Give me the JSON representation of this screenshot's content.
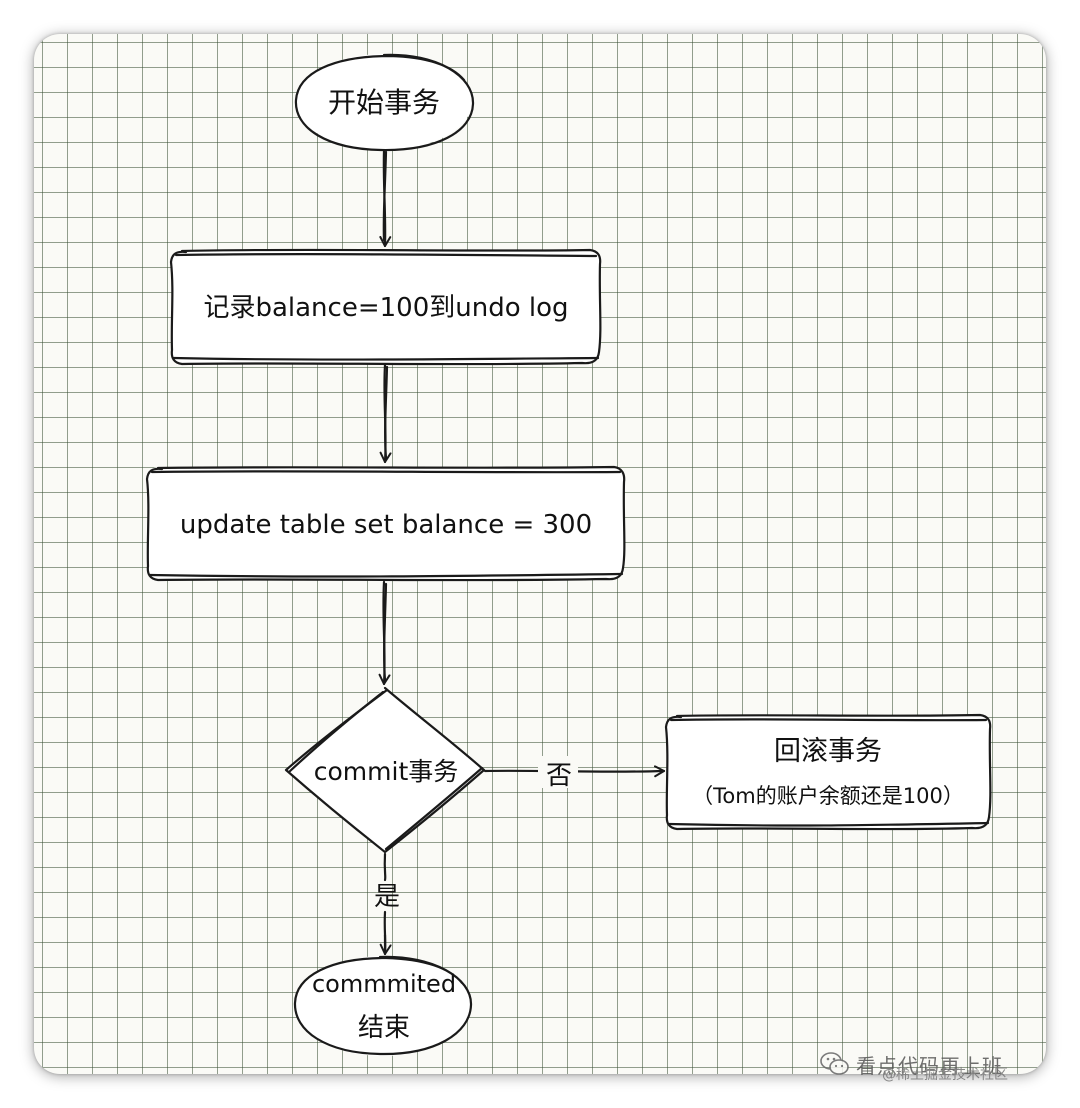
{
  "diagram": {
    "nodes": {
      "start": {
        "label": "开始事务"
      },
      "record_undo": {
        "label": "记录balance=100到undo log"
      },
      "update": {
        "label": "update table set balance = 300"
      },
      "decision": {
        "label": "commit事务"
      },
      "rollback": {
        "title": "回滚事务",
        "note": "（Tom的账户余额还是100）"
      },
      "end": {
        "line1": "commmited",
        "line2": "结束"
      }
    },
    "edges": {
      "no_label": "否",
      "yes_label": "是"
    }
  },
  "watermark": {
    "text": "看点代码再上班",
    "subtext": "@稀土掘金技术社区",
    "icon": "wechat-icon"
  },
  "colors": {
    "grid": "#3a5034",
    "stroke": "#1a1a1a",
    "card_bg": "#fafaf6"
  }
}
